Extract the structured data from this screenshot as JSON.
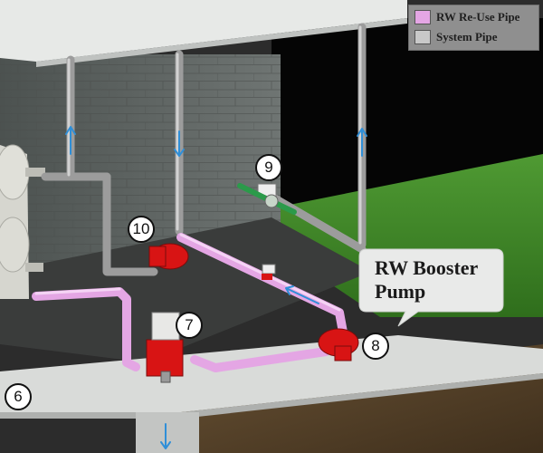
{
  "legend": {
    "items": [
      {
        "label": "RW Re-Use Pipe",
        "color": "#e4a6e4"
      },
      {
        "label": "System Pipe",
        "color": "#c8c8c8"
      }
    ]
  },
  "callout": {
    "line1": "RW Booster",
    "line2": "Pump"
  },
  "markers": [
    "9",
    "10",
    "7",
    "8",
    "6"
  ],
  "colors": {
    "rw_pipe": "#e4a6e4",
    "system_pipe": "#b8b8b8",
    "pump": "#d81414",
    "wall": "#5e6462",
    "floor": "#d5d7d5",
    "grass": "#3f8a27",
    "flow_arrow": "#2f8fd8"
  }
}
